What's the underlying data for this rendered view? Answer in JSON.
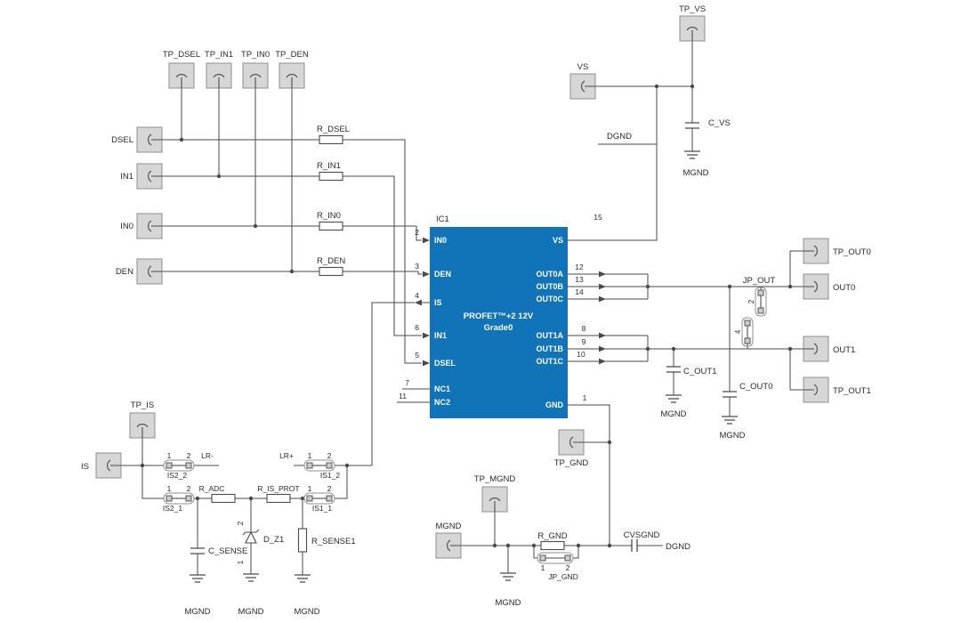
{
  "colors": {
    "ic_fill": "#1173b8",
    "wire": "#4a4a4a"
  },
  "ic": {
    "ref": "IC1",
    "title1": "PROFET™+2 12V",
    "title2": "Grade0",
    "pins": {
      "in0": {
        "name": "IN0",
        "num": "2"
      },
      "den": {
        "name": "DEN",
        "num": "3"
      },
      "is": {
        "name": "IS",
        "num": "4"
      },
      "in1": {
        "name": "IN1",
        "num": "6"
      },
      "dsel": {
        "name": "DSEL",
        "num": "5"
      },
      "nc1": {
        "name": "NC1",
        "num": "7"
      },
      "nc2": {
        "name": "NC2",
        "num": "11"
      },
      "vs": {
        "name": "VS",
        "num": "15"
      },
      "out0a": {
        "name": "OUT0A",
        "num": "12"
      },
      "out0b": {
        "name": "OUT0B",
        "num": "13"
      },
      "out0c": {
        "name": "OUT0C",
        "num": "14"
      },
      "out1a": {
        "name": "OUT1A",
        "num": "8"
      },
      "out1b": {
        "name": "OUT1B",
        "num": "9"
      },
      "out1c": {
        "name": "OUT1C",
        "num": "10"
      },
      "gnd": {
        "name": "GND",
        "num": "1"
      }
    }
  },
  "connectors": {
    "dsel": "DSEL",
    "in1": "IN1",
    "in0": "IN0",
    "den": "DEN",
    "vs": "VS",
    "is": "IS",
    "mgnd": "MGND",
    "out0": "OUT0",
    "out1": "OUT1"
  },
  "testpoints": {
    "tp_dsel": "TP_DSEL",
    "tp_in1": "TP_IN1",
    "tp_in0": "TP_IN0",
    "tp_den": "TP_DEN",
    "tp_vs": "TP_VS",
    "tp_is": "TP_IS",
    "tp_gnd": "TP_GND",
    "tp_mgnd": "TP_MGND",
    "tp_out0": "TP_OUT0",
    "tp_out1": "TP_OUT1"
  },
  "resistors": {
    "r_dsel": "R_DSEL",
    "r_in1": "R_IN1",
    "r_in0": "R_IN0",
    "r_den": "R_DEN",
    "r_adc": "R_ADC",
    "r_is_prot": "R_IS_PROT",
    "r_sense1": "R_SENSE1",
    "r_gnd": "R_GND"
  },
  "capacitors": {
    "c_vs": "C_VS",
    "c_out0": "C_OUT0",
    "c_out1": "C_OUT1",
    "c_sense": "C_SENSE",
    "cvsgnd": "CVSGND"
  },
  "diodes": {
    "d_z1": {
      "label": "D_Z1",
      "pin_top": "2",
      "pin_bottom": "1"
    }
  },
  "jumpers": {
    "jp_out": {
      "label": "JP_OUT",
      "pin2": "2",
      "pin4": "4"
    },
    "jp_gnd": {
      "label": "JP_GND",
      "pin1": "1",
      "pin2": "2"
    },
    "is2_2": {
      "label": "IS2_2",
      "pin1": "1",
      "pin2": "2"
    },
    "is2_1": {
      "label": "IS2_1",
      "pin1": "1",
      "pin2": "2"
    },
    "is1_2": {
      "label": "IS1_2",
      "pin1": "1",
      "pin2": "2"
    },
    "is1_1": {
      "label": "IS1_1",
      "pin1": "1",
      "pin2": "2"
    }
  },
  "nets": {
    "lr_plus": "LR+",
    "lr_minus": "LR-",
    "dgnd": "DGND",
    "mgnd": "MGND"
  }
}
